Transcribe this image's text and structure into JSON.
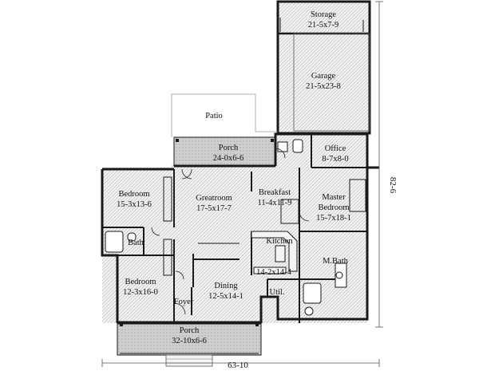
{
  "rooms": {
    "storage": {
      "name": "Storage",
      "size": "21-5x7-9"
    },
    "garage": {
      "name": "Garage",
      "size": "21-5x23-8"
    },
    "patio": {
      "name": "Patio"
    },
    "office": {
      "name": "Office",
      "size": "8-7x8-0"
    },
    "porch_back": {
      "name": "Porch",
      "size": "24-0x6-6"
    },
    "bedroom_1": {
      "name": "Bedroom",
      "size": "15-3x13-6"
    },
    "greatroom": {
      "name": "Greatroom",
      "size": "17-5x17-7"
    },
    "breakfast": {
      "name": "Breakfast",
      "size": "11-4x11-9"
    },
    "master_bedroom": {
      "name": "Master",
      "name2": "Bedroom",
      "size": "15-7x18-1"
    },
    "bath": {
      "name": "Bath"
    },
    "kitchen": {
      "name": "Kitchen",
      "size": "14-2x14-4"
    },
    "m_bath": {
      "name": "M.Bath"
    },
    "bedroom_2": {
      "name": "Bedroom",
      "size": "12-3x16-0"
    },
    "dining": {
      "name": "Dining",
      "size": "12-5x14-1"
    },
    "foyer": {
      "name": "Foyer"
    },
    "util": {
      "name": "Util."
    },
    "porch_front": {
      "name": "Porch",
      "size": "32-10x6-6"
    }
  },
  "dimensions": {
    "width": "63-10",
    "depth": "82-6"
  },
  "colors": {
    "wall": "#1a1a1a",
    "hatch": "#9a9a9a",
    "porch_fill": "#c8c8c8",
    "background": "#ffffff"
  }
}
